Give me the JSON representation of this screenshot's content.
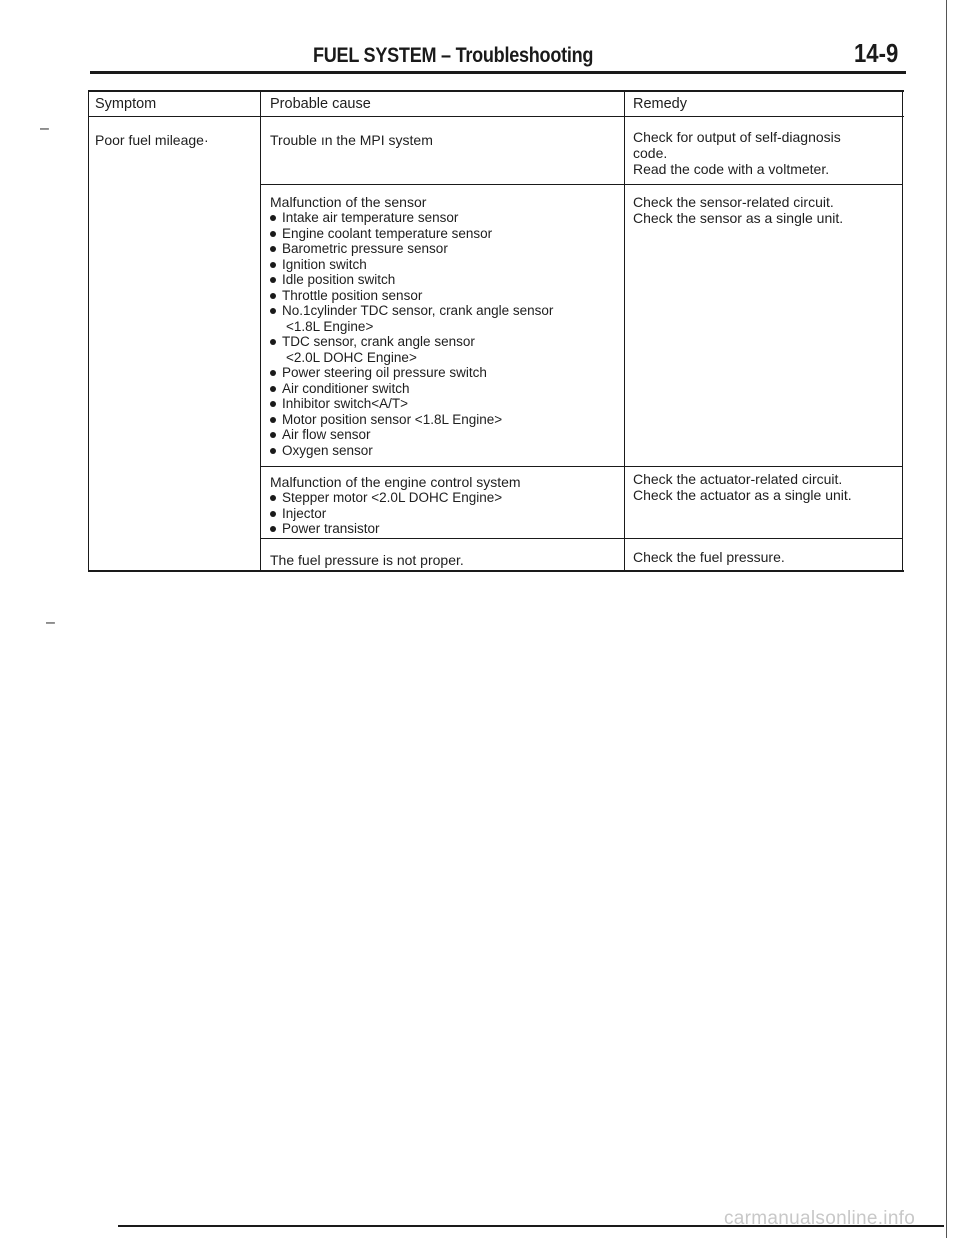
{
  "header": {
    "title": "FUEL SYSTEM – Troubleshooting",
    "page_number": "14-9"
  },
  "table": {
    "headers": {
      "symptom": "Symptom",
      "cause": "Probable cause",
      "remedy": "Remedy"
    },
    "symptom": "Poor fuel mileage·",
    "rows": [
      {
        "cause_title": "Trouble ın the MPI system",
        "remedy_lines": [
          "Check for output of self-diagnosis",
          "code.",
          "Read the code with a voltmeter."
        ]
      },
      {
        "cause_title": "Malfunction of the sensor",
        "items": [
          {
            "text": "Intake air temperature sensor"
          },
          {
            "text": "Engine coolant temperature sensor"
          },
          {
            "text": "Barometric pressure sensor"
          },
          {
            "text": "Ignition switch"
          },
          {
            "text": "Idle position switch"
          },
          {
            "text": "Throttle position sensor"
          },
          {
            "text": "No.1cylinder TDC sensor, crank angle sensor",
            "sub": "<1.8L Engine>"
          },
          {
            "text": "TDC sensor, crank angle sensor",
            "sub": "<2.0L DOHC Engine>"
          },
          {
            "text": "Power steering oil pressure switch"
          },
          {
            "text": "Air conditioner switch"
          },
          {
            "text": "Inhibitor switch<A/T>"
          },
          {
            "text": "Motor position sensor <1.8L Engine>"
          },
          {
            "text": "Air flow sensor"
          },
          {
            "text": "Oxygen sensor"
          }
        ],
        "remedy_lines": [
          "Check the sensor-related circuit.",
          "Check the sensor as a single unit."
        ]
      },
      {
        "cause_title": "Malfunction of the engine control system",
        "items": [
          {
            "text": "Stepper motor <2.0L DOHC Engine>"
          },
          {
            "text": "Injector"
          },
          {
            "text": "Power transistor"
          }
        ],
        "remedy_lines": [
          "Check the actuator-related circuit.",
          "Check the actuator as a single unit."
        ]
      },
      {
        "cause_title": "The fuel pressure is not proper.",
        "remedy_lines": [
          "Check the fuel pressure."
        ]
      }
    ]
  },
  "footer": {
    "watermark": "carmanualsonline.info"
  }
}
